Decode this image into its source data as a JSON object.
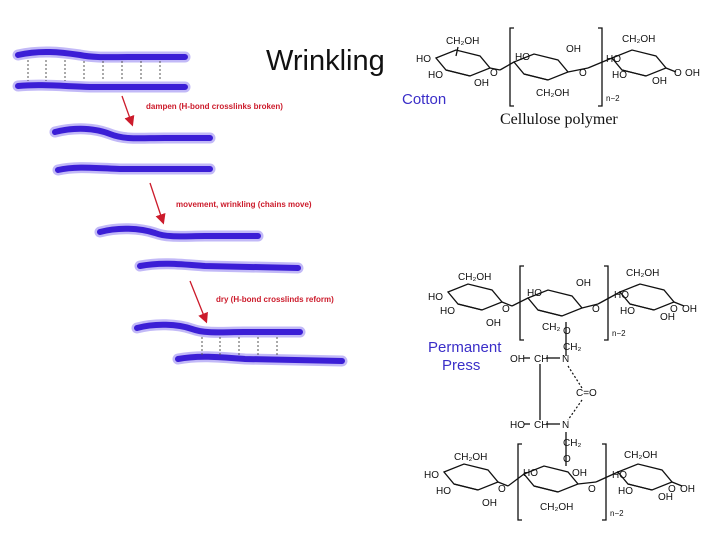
{
  "title": "Wrinkling",
  "steps": [
    {
      "label": "dampen (H-bond crosslinks broken)"
    },
    {
      "label": "movement, wrinkling (chains move)"
    },
    {
      "label": "dry (H-bond crosslinds reform)"
    }
  ],
  "cotton": {
    "label": "Cotton",
    "caption": "Cellulose polymer"
  },
  "permanent_press": {
    "label_line1": "Permanent",
    "label_line2": "Press"
  },
  "chemistry": {
    "ch2oh": "CH₂OH",
    "oh": "OH",
    "ho": "HO",
    "o": "O",
    "n": "N",
    "repeat_index": "n−2",
    "c_eq_o": "C=O",
    "ch2": "CH₂",
    "ch": "CH"
  },
  "colors": {
    "chain": "#3b1ed6",
    "chain_glow": "#8f7ff0",
    "arrow": "#cc1b2b",
    "label_blue": "#3a2ec8"
  }
}
